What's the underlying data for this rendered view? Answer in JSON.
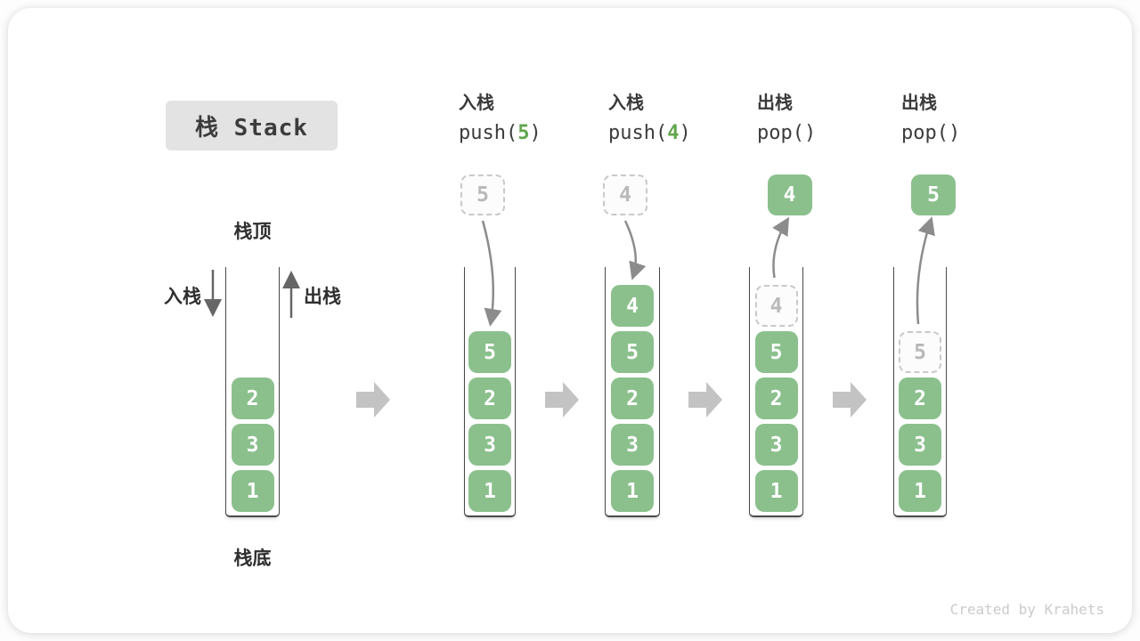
{
  "title": {
    "label": "栈 Stack"
  },
  "watermark": {
    "text": "Created by Krahets"
  },
  "first_stack": {
    "top_label": "栈顶",
    "bottom_label": "栈底",
    "push_label": "入栈",
    "pop_label": "出栈",
    "items": [
      {
        "value": "2",
        "style": "solid"
      },
      {
        "value": "3",
        "style": "solid"
      },
      {
        "value": "1",
        "style": "solid"
      }
    ]
  },
  "operations": [
    {
      "label_zh": "入栈",
      "code_pre": "push(",
      "code_arg": "5",
      "code_post": ")",
      "flow": "push",
      "floating_box": {
        "value": "5",
        "style": "ghost"
      },
      "items": [
        {
          "value": "5",
          "style": "solid"
        },
        {
          "value": "2",
          "style": "solid"
        },
        {
          "value": "3",
          "style": "solid"
        },
        {
          "value": "1",
          "style": "solid"
        }
      ]
    },
    {
      "label_zh": "入栈",
      "code_pre": "push(",
      "code_arg": "4",
      "code_post": ")",
      "flow": "push",
      "floating_box": {
        "value": "4",
        "style": "ghost"
      },
      "items": [
        {
          "value": "4",
          "style": "solid"
        },
        {
          "value": "5",
          "style": "solid"
        },
        {
          "value": "2",
          "style": "solid"
        },
        {
          "value": "3",
          "style": "solid"
        },
        {
          "value": "1",
          "style": "solid"
        }
      ]
    },
    {
      "label_zh": "出栈",
      "code_pre": "pop()",
      "code_arg": "",
      "code_post": "",
      "flow": "pop",
      "floating_box": {
        "value": "4",
        "style": "solid"
      },
      "items": [
        {
          "value": "4",
          "style": "ghost"
        },
        {
          "value": "5",
          "style": "solid"
        },
        {
          "value": "2",
          "style": "solid"
        },
        {
          "value": "3",
          "style": "solid"
        },
        {
          "value": "1",
          "style": "solid"
        }
      ]
    },
    {
      "label_zh": "出栈",
      "code_pre": "pop()",
      "code_arg": "",
      "code_post": "",
      "flow": "pop",
      "floating_box": {
        "value": "5",
        "style": "solid"
      },
      "items": [
        {
          "value": "5",
          "style": "ghost"
        },
        {
          "value": "2",
          "style": "solid"
        },
        {
          "value": "3",
          "style": "solid"
        },
        {
          "value": "1",
          "style": "solid"
        }
      ]
    }
  ],
  "colors": {
    "block_green": "#8bc08d",
    "code_arg_green": "#60a64d",
    "ghost_border": "#c9c9c9",
    "ghost_text": "#b9b9b9",
    "big_arrow": "#c3c3c3",
    "flow_arrow": "#8c8c8c",
    "inout_arrow": "#666666",
    "wall": "#4a4a4a",
    "text": "#3c3c3c",
    "title_bg": "#e3e3e3",
    "watermark": "#cbcbcb"
  }
}
